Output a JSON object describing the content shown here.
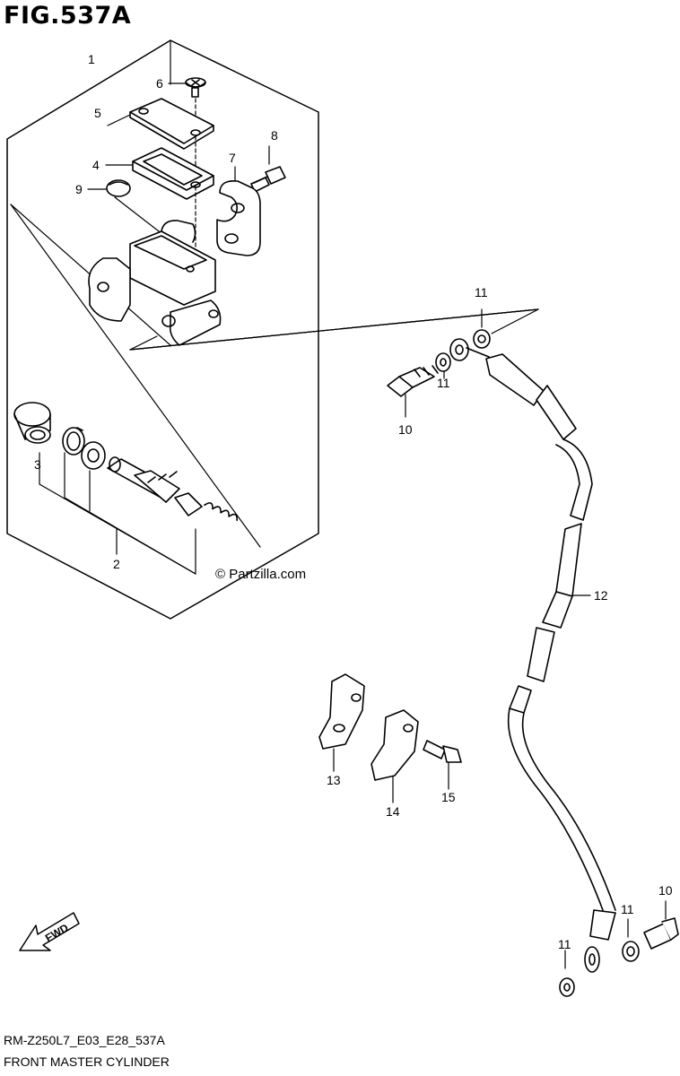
{
  "figure": {
    "title": "FIG.537A",
    "code": "RM-Z250L7_E03_E28_537A",
    "name": "FRONT MASTER CYLINDER",
    "watermark": "© Partzilla.com",
    "direction": "FWD"
  },
  "callouts": [
    {
      "id": "callout-1",
      "label": "1"
    },
    {
      "id": "callout-2",
      "label": "2"
    },
    {
      "id": "callout-3",
      "label": "3"
    },
    {
      "id": "callout-4",
      "label": "4"
    },
    {
      "id": "callout-5",
      "label": "5"
    },
    {
      "id": "callout-6",
      "label": "6"
    },
    {
      "id": "callout-7",
      "label": "7"
    },
    {
      "id": "callout-8",
      "label": "8"
    },
    {
      "id": "callout-9",
      "label": "9"
    },
    {
      "id": "callout-10a",
      "label": "10"
    },
    {
      "id": "callout-10b",
      "label": "10"
    },
    {
      "id": "callout-11a",
      "label": "11"
    },
    {
      "id": "callout-11b",
      "label": "11"
    },
    {
      "id": "callout-11c",
      "label": "11"
    },
    {
      "id": "callout-11d",
      "label": "11"
    },
    {
      "id": "callout-12",
      "label": "12"
    },
    {
      "id": "callout-13",
      "label": "13"
    },
    {
      "id": "callout-14",
      "label": "14"
    },
    {
      "id": "callout-15",
      "label": "15"
    }
  ],
  "colors": {
    "line": "#000000",
    "background": "#ffffff",
    "shade": "#d9d9d9"
  }
}
